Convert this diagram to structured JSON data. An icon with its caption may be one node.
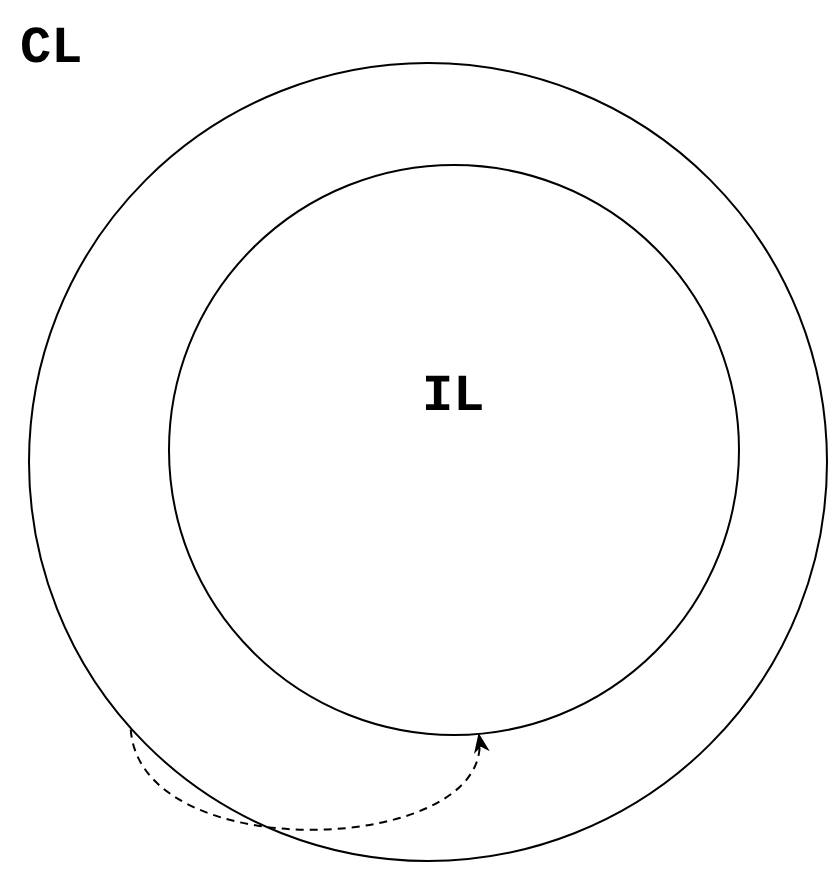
{
  "diagram": {
    "nodes": [
      {
        "text": [
          "CL"
        ]
      },
      {
        "text": [
          "IL"
        ],
        "in": 0
      }
    ],
    "edges": [
      {
        "from": 0,
        "to": 1,
        "arrow": "to",
        "style": "dashed"
      }
    ]
  }
}
